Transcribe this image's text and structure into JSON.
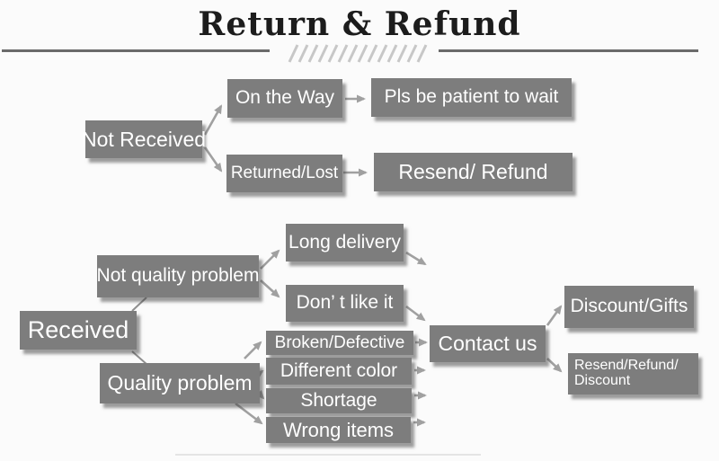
{
  "title": "Return & Refund",
  "colors": {
    "box": "#7d7d7d",
    "boxtext": "#ffffff",
    "arrow": "#a0a0a0",
    "connector": "#8f8f8f",
    "title": "#1c1c1c",
    "rule": "#6b6b6b",
    "hatch": "#c7c7c7",
    "bg": "#fbfbfb",
    "faint": "#e4e4e4"
  },
  "nodes": {
    "not_received": {
      "label": "Not Received"
    },
    "on_the_way": {
      "label": "On the Way"
    },
    "pls_wait": {
      "label": "Pls be patient to wait"
    },
    "returned_lost": {
      "label": "Returned/Lost"
    },
    "resend_refund": {
      "label": "Resend/ Refund"
    },
    "received": {
      "label": "Received"
    },
    "not_quality_problem": {
      "label": "Not quality problem"
    },
    "quality_problem": {
      "label": "Quality problem"
    },
    "long_delivery": {
      "label": "Long delivery"
    },
    "dont_like_it": {
      "label": "Don’ t like it"
    },
    "broken_defective": {
      "label": "Broken/Defective"
    },
    "different_color": {
      "label": "Different color"
    },
    "shortage": {
      "label": "Shortage"
    },
    "wrong_items": {
      "label": "Wrong items"
    },
    "contact_us": {
      "label": "Contact us"
    },
    "discount_gifts": {
      "label": "Discount/Gifts"
    },
    "resend_refund_discount": {
      "line1": "Resend/Refund/",
      "line2": "Discount"
    }
  },
  "edges": [
    {
      "from": "Not Received",
      "to": "On the Way"
    },
    {
      "from": "Not Received",
      "to": "Returned/Lost"
    },
    {
      "from": "On the Way",
      "to": "Pls be patient to wait"
    },
    {
      "from": "Returned/Lost",
      "to": "Resend/ Refund"
    },
    {
      "from": "Received",
      "to": "Not quality problem"
    },
    {
      "from": "Received",
      "to": "Quality problem"
    },
    {
      "from": "Not quality problem",
      "to": "Long delivery"
    },
    {
      "from": "Not quality problem",
      "to": "Don’ t like it"
    },
    {
      "from": "Quality problem",
      "to": "Broken/Defective"
    },
    {
      "from": "Quality problem",
      "to": "Different color"
    },
    {
      "from": "Quality problem",
      "to": "Shortage"
    },
    {
      "from": "Quality problem",
      "to": "Wrong items"
    },
    {
      "from": "Long delivery",
      "to": "Contact us"
    },
    {
      "from": "Don’ t like it",
      "to": "Contact us"
    },
    {
      "from": "Broken/Defective",
      "to": "Contact us"
    },
    {
      "from": "Different color",
      "to": "Contact us"
    },
    {
      "from": "Shortage",
      "to": "Contact us"
    },
    {
      "from": "Wrong items",
      "to": "Contact us"
    },
    {
      "from": "Contact us",
      "to": "Discount/Gifts"
    },
    {
      "from": "Contact us",
      "to": "Resend/Refund/ Discount"
    }
  ]
}
